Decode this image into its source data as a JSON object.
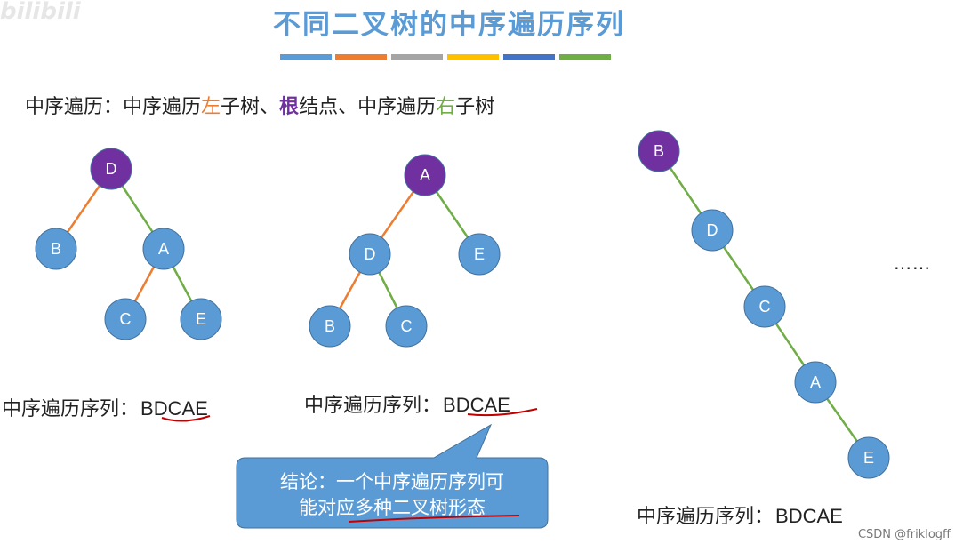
{
  "watermark": "bilibili",
  "title": "不同二叉树的中序遍历序列",
  "title_bars": [
    "#5b9bd5",
    "#ed7d31",
    "#a5a5a5",
    "#ffc000",
    "#4472c4",
    "#70ad47"
  ],
  "rule": {
    "prefix": "中序遍历：中序遍历",
    "left_word": "左",
    "mid1": "子树、",
    "root_word": "根",
    "mid2": "结点、中序遍历",
    "right_word": "右",
    "suffix": "子树"
  },
  "colors": {
    "node_fill": "#5b9bd5",
    "root_fill": "#7030a0",
    "left_edge": "#ed7d31",
    "right_edge": "#70ad47",
    "callout_fill": "#5b9bd5",
    "underline": "#c00000"
  },
  "trees": [
    {
      "nodes": [
        {
          "id": "D",
          "root": true
        },
        {
          "id": "B"
        },
        {
          "id": "A"
        },
        {
          "id": "C"
        },
        {
          "id": "E"
        }
      ],
      "edges": [
        {
          "from": "D",
          "to": "B",
          "side": "left"
        },
        {
          "from": "D",
          "to": "A",
          "side": "right"
        },
        {
          "from": "A",
          "to": "C",
          "side": "left"
        },
        {
          "from": "A",
          "to": "E",
          "side": "right"
        }
      ],
      "sequence_label": "中序遍历序列：",
      "sequence_value": "BDCAE"
    },
    {
      "nodes": [
        {
          "id": "A",
          "root": true
        },
        {
          "id": "D"
        },
        {
          "id": "E"
        },
        {
          "id": "B"
        },
        {
          "id": "C"
        }
      ],
      "edges": [
        {
          "from": "A",
          "to": "D",
          "side": "left"
        },
        {
          "from": "A",
          "to": "E",
          "side": "right"
        },
        {
          "from": "D",
          "to": "B",
          "side": "left"
        },
        {
          "from": "D",
          "to": "C",
          "side": "right"
        }
      ],
      "sequence_label": "中序遍历序列：",
      "sequence_value": "BDCAE"
    },
    {
      "nodes": [
        {
          "id": "B",
          "root": true
        },
        {
          "id": "D"
        },
        {
          "id": "C"
        },
        {
          "id": "A"
        },
        {
          "id": "E"
        }
      ],
      "edges": [
        {
          "from": "B",
          "to": "D",
          "side": "right"
        },
        {
          "from": "D",
          "to": "C",
          "side": "right"
        },
        {
          "from": "C",
          "to": "A",
          "side": "right"
        },
        {
          "from": "A",
          "to": "E",
          "side": "right"
        }
      ],
      "sequence_label": "中序遍历序列：",
      "sequence_value": "BDCAE"
    }
  ],
  "ellipsis": "……",
  "callout": {
    "line1": "结论：一个中序遍历序列可",
    "line2": "能对应多种二叉树形态"
  },
  "csdn_watermark": "CSDN @friklogff"
}
